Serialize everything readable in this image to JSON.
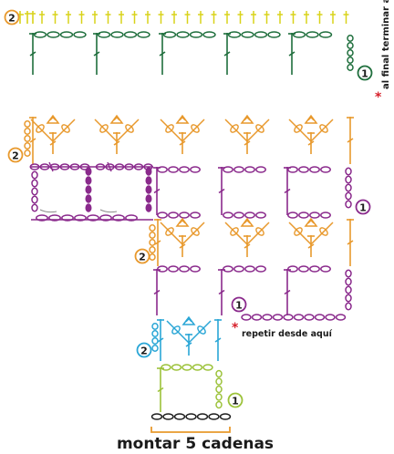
{
  "colors": {
    "yellow": "#d9d21a",
    "green": "#1e6e3c",
    "orange": "#e8992d",
    "purple": "#8a2a8c",
    "blue": "#2aa6d6",
    "lime": "#9cc23a",
    "asterisk": "#d61f2a",
    "text": "#1a1a1a",
    "bracket": "#e8992d"
  },
  "row_markers": {
    "top_row_2": "2",
    "top_row_1": "1",
    "mid_row_2": "2",
    "mid_row_1": "1",
    "lower_row_2": "2",
    "lower_row_1": "1",
    "bottom_row_2": "2",
    "bottom_row_1": "1"
  },
  "notes": {
    "asterisk": "*",
    "finish_note": "al final terminar así",
    "repeat_note": "repetir desde aquí"
  },
  "caption": "montar 5 cadenas"
}
